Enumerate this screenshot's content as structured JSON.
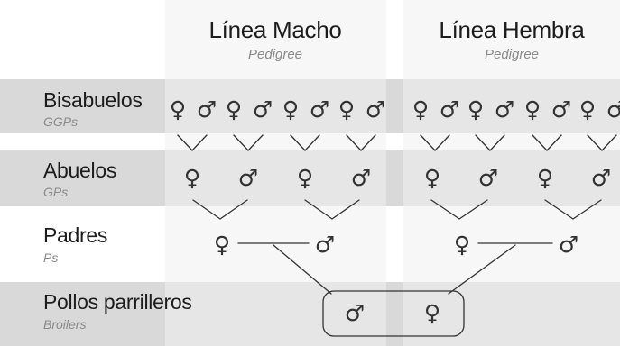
{
  "colors": {
    "band": "#d9d9d9",
    "column": "#f1f1f1",
    "line": "#333333"
  },
  "columns": [
    {
      "title": "Línea Macho",
      "subtitle": "Pedigree"
    },
    {
      "title": "Línea Hembra",
      "subtitle": "Pedigree"
    }
  ],
  "rows": [
    {
      "title": "Bisabuelos",
      "subtitle": "GGPs"
    },
    {
      "title": "Abuelos",
      "subtitle": "GPs"
    },
    {
      "title": "Padres",
      "subtitle": "Ps"
    },
    {
      "title": "Pollos parrilleros",
      "subtitle": "Broilers"
    }
  ],
  "symbols": {
    "female": "♀",
    "male": "♂"
  }
}
